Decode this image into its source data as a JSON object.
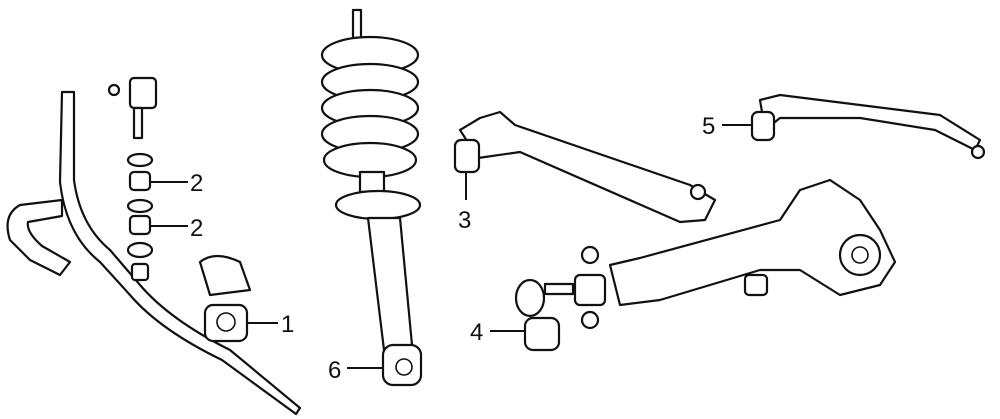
{
  "diagram": {
    "callouts": [
      {
        "id": "stabilizer-bushing",
        "label": "1"
      },
      {
        "id": "link-bushing-upper",
        "label": "2"
      },
      {
        "id": "link-bushing-lower",
        "label": "2"
      },
      {
        "id": "lower-arm-bushing",
        "label": "3"
      },
      {
        "id": "knuckle-bushing",
        "label": "4"
      },
      {
        "id": "upper-arm-bushing",
        "label": "5"
      },
      {
        "id": "shock-absorber-bushing",
        "label": "6"
      }
    ]
  }
}
